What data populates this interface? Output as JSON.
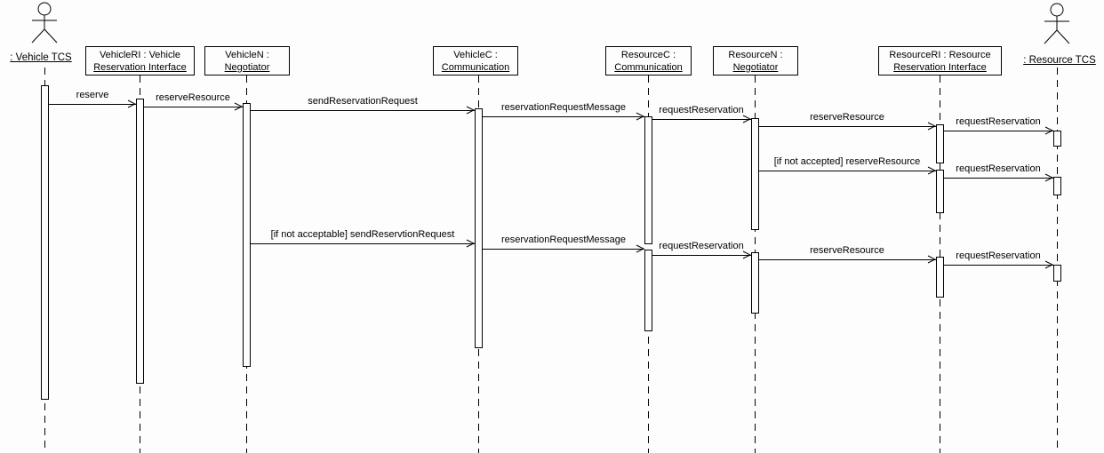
{
  "colors": {
    "background": "#fdfdfd",
    "line": "#000000"
  },
  "actors": {
    "vehicle_tcs": {
      "label": ": Vehicle TCS"
    },
    "resource_tcs": {
      "label": ": Resource TCS"
    }
  },
  "objects": {
    "vehicle_ri": {
      "line1": "VehicleRI : Vehicle",
      "line2": "Reservation Interface"
    },
    "vehicle_n": {
      "line1": "VehicleN :",
      "line2": "Negotiator"
    },
    "vehicle_c": {
      "line1": "VehicleC :",
      "line2": "Communication"
    },
    "resource_c": {
      "line1": "ResourceC :",
      "line2": "Communication"
    },
    "resource_n": {
      "line1": "ResourceN :",
      "line2": "Negotiator"
    },
    "resource_ri": {
      "line1": "ResourceRI : Resource",
      "line2": "Reservation Interface"
    }
  },
  "messages": [
    {
      "label": "reserve",
      "from": "vehicle-tcs",
      "to": "vehicle-ri"
    },
    {
      "label": "reserveResource",
      "from": "vehicle-ri",
      "to": "vehicle-n"
    },
    {
      "label": "sendReservationRequest",
      "from": "vehicle-n",
      "to": "vehicle-c"
    },
    {
      "label": "reservationRequestMessage",
      "from": "vehicle-c",
      "to": "resource-c"
    },
    {
      "label": "requestReservation",
      "from": "resource-c",
      "to": "resource-n"
    },
    {
      "label": "reserveResource",
      "from": "resource-n",
      "to": "resource-ri"
    },
    {
      "label": "requestReservation",
      "from": "resource-ri",
      "to": "resource-tcs"
    },
    {
      "label": "[if not accepted] reserveResource",
      "from": "resource-n",
      "to": "resource-ri"
    },
    {
      "label": "requestReservation",
      "from": "resource-ri",
      "to": "resource-tcs"
    },
    {
      "label": "[if not acceptable] sendReservtionRequest",
      "from": "vehicle-n",
      "to": "vehicle-c"
    },
    {
      "label": "reservationRequestMessage",
      "from": "vehicle-c",
      "to": "resource-c"
    },
    {
      "label": "requestReservation",
      "from": "resource-c",
      "to": "resource-n"
    },
    {
      "label": "reserveResource",
      "from": "resource-n",
      "to": "resource-ri"
    },
    {
      "label": "requestReservation",
      "from": "resource-ri",
      "to": "resource-tcs"
    }
  ]
}
